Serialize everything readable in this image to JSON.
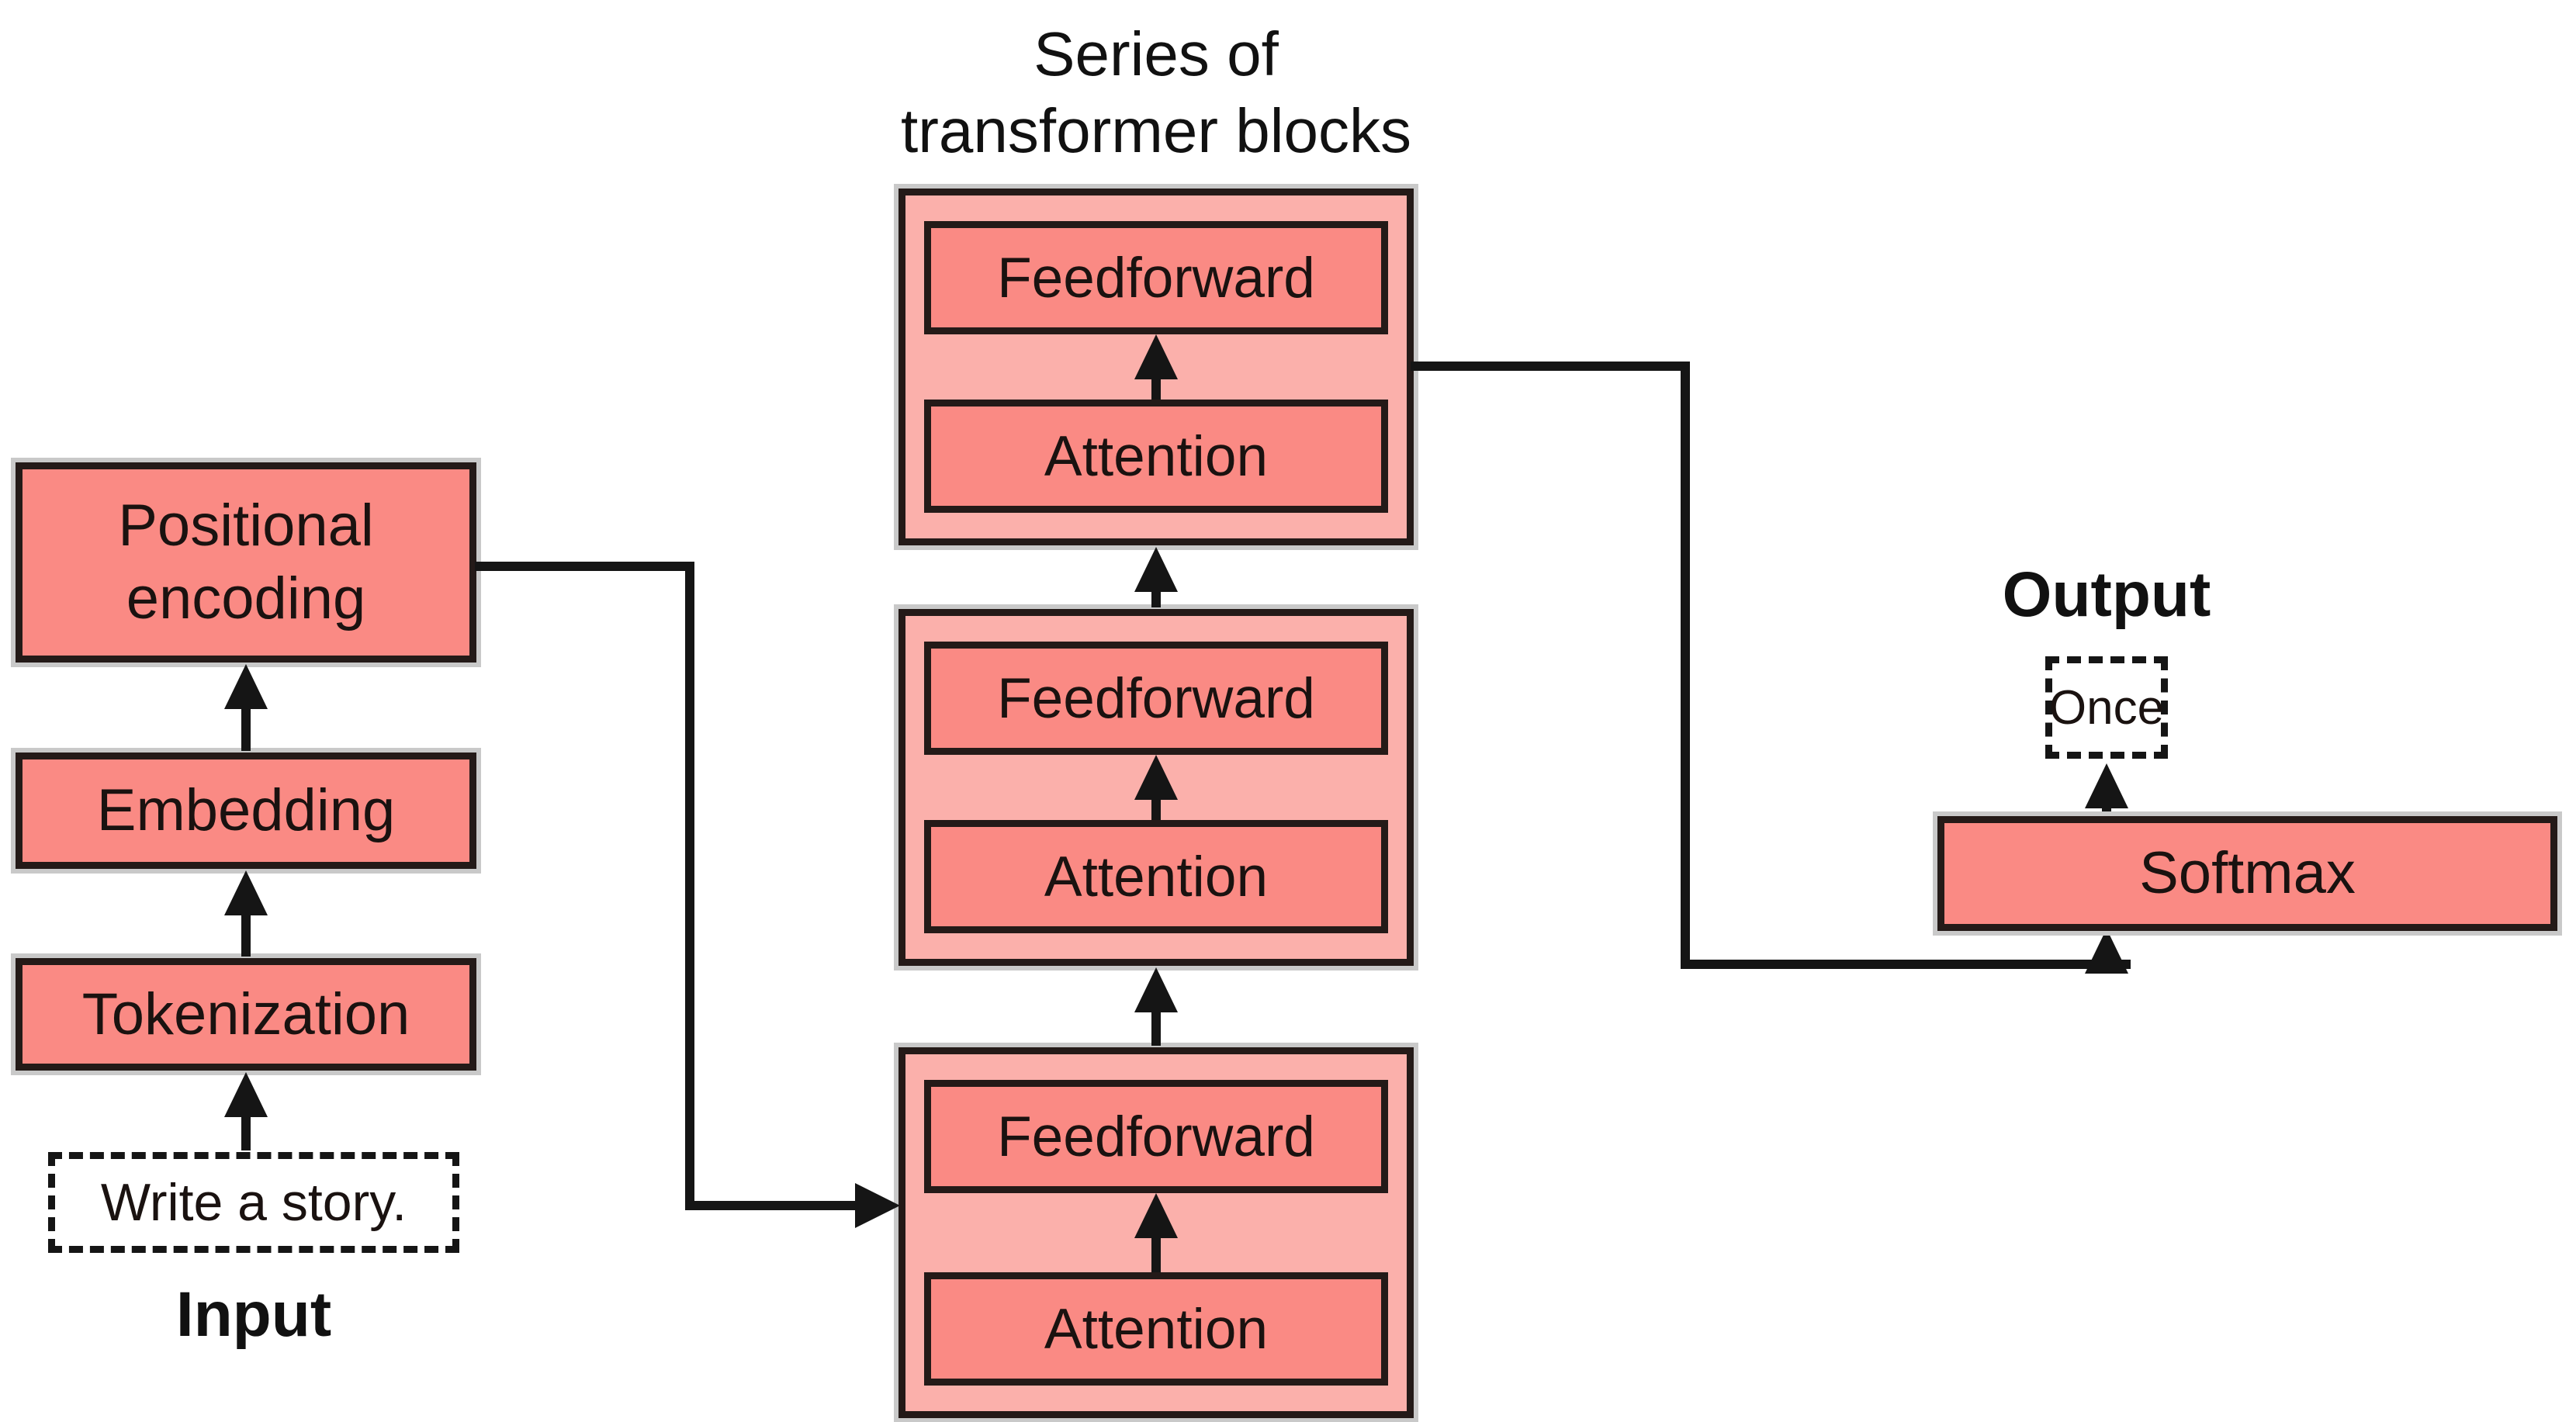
{
  "diagram_title": {
    "line1": "Series of",
    "line2": "transformer blocks"
  },
  "input_column": {
    "positional_encoding_label": "Positional encoding",
    "embedding_label": "Embedding",
    "tokenization_label": "Tokenization",
    "prompt_text": "Write a story.",
    "input_label": "Input"
  },
  "transformer_blocks": [
    {
      "feedforward_label": "Feedforward",
      "attention_label": "Attention"
    },
    {
      "feedforward_label": "Feedforward",
      "attention_label": "Attention"
    },
    {
      "feedforward_label": "Feedforward",
      "attention_label": "Attention"
    }
  ],
  "output_column": {
    "output_label": "Output",
    "once_label": "Once",
    "softmax_label": "Softmax"
  },
  "colors": {
    "box_fill": "#fa8a84",
    "block_fill": "#fbb0ab",
    "box_border": "#241a18",
    "line_color": "#151515",
    "halo": "#c9c9c9",
    "background": "#ffffff"
  }
}
